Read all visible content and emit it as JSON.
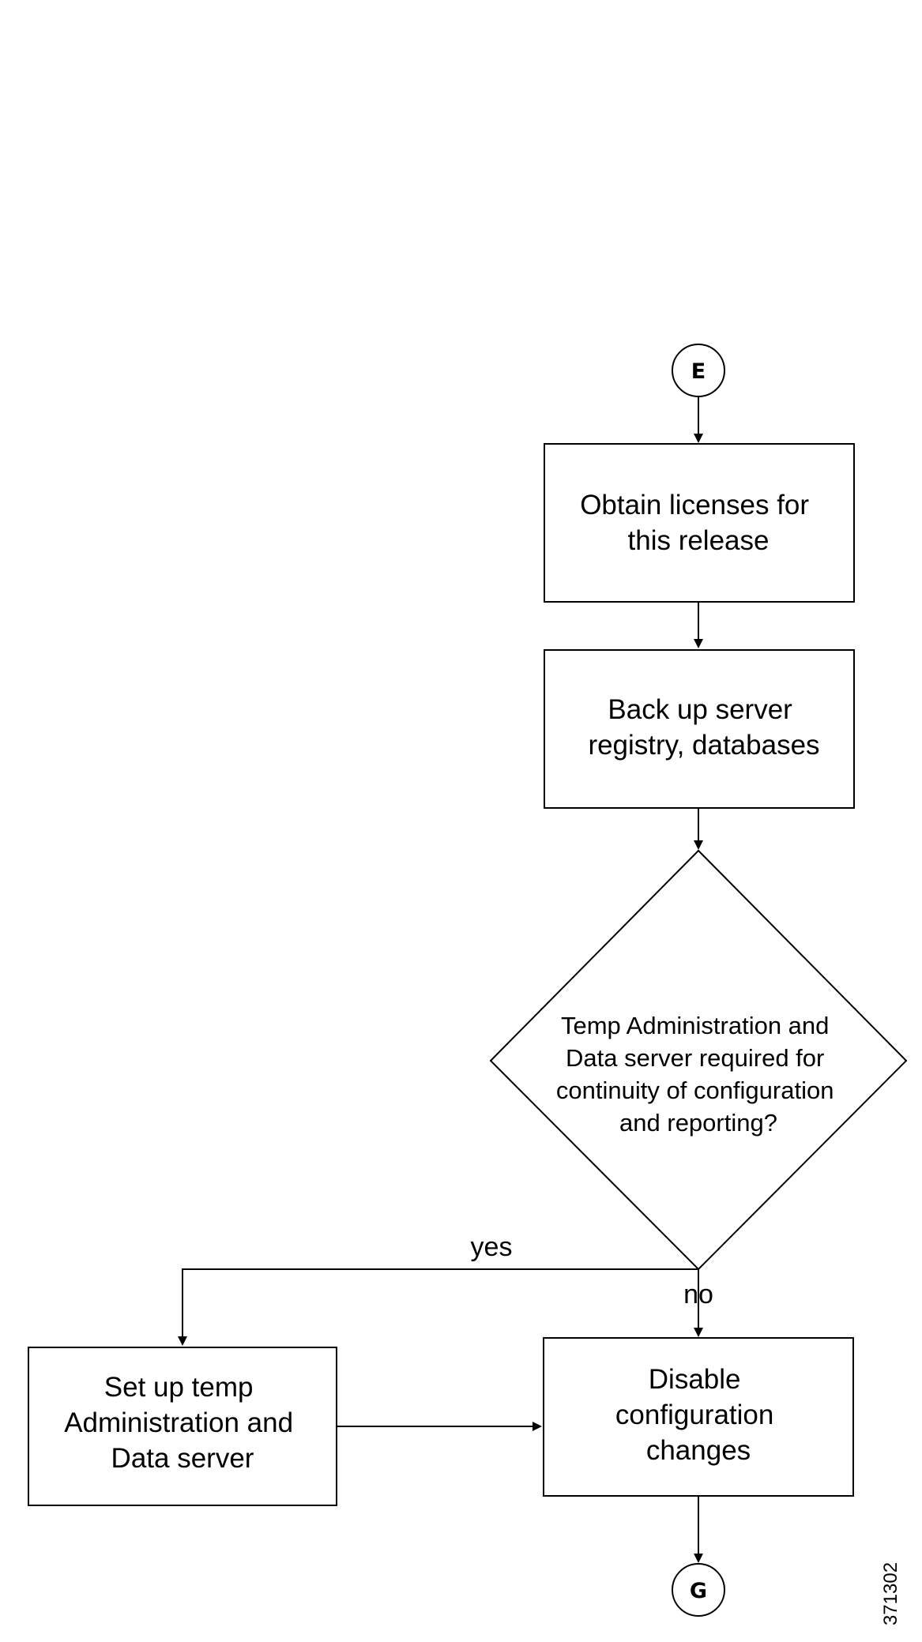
{
  "diagram": {
    "connectors": {
      "start": "E",
      "end": "G"
    },
    "nodes": {
      "obtain_licenses": {
        "lines": [
          "Obtain licenses for",
          "this release"
        ]
      },
      "back_up": {
        "lines": [
          "Back up server",
          "registry, databases"
        ]
      },
      "decision": {
        "lines": [
          "Temp Administration and",
          "Data server required for",
          "continuity of configuration",
          "and reporting?"
        ]
      },
      "set_up_temp": {
        "lines": [
          "Set up temp",
          "Administration and",
          "Data server"
        ]
      },
      "disable_changes": {
        "lines": [
          "Disable",
          "configuration",
          "changes"
        ]
      }
    },
    "edges": {
      "yes_label": "yes",
      "no_label": "no"
    },
    "figure_id": "371302"
  }
}
